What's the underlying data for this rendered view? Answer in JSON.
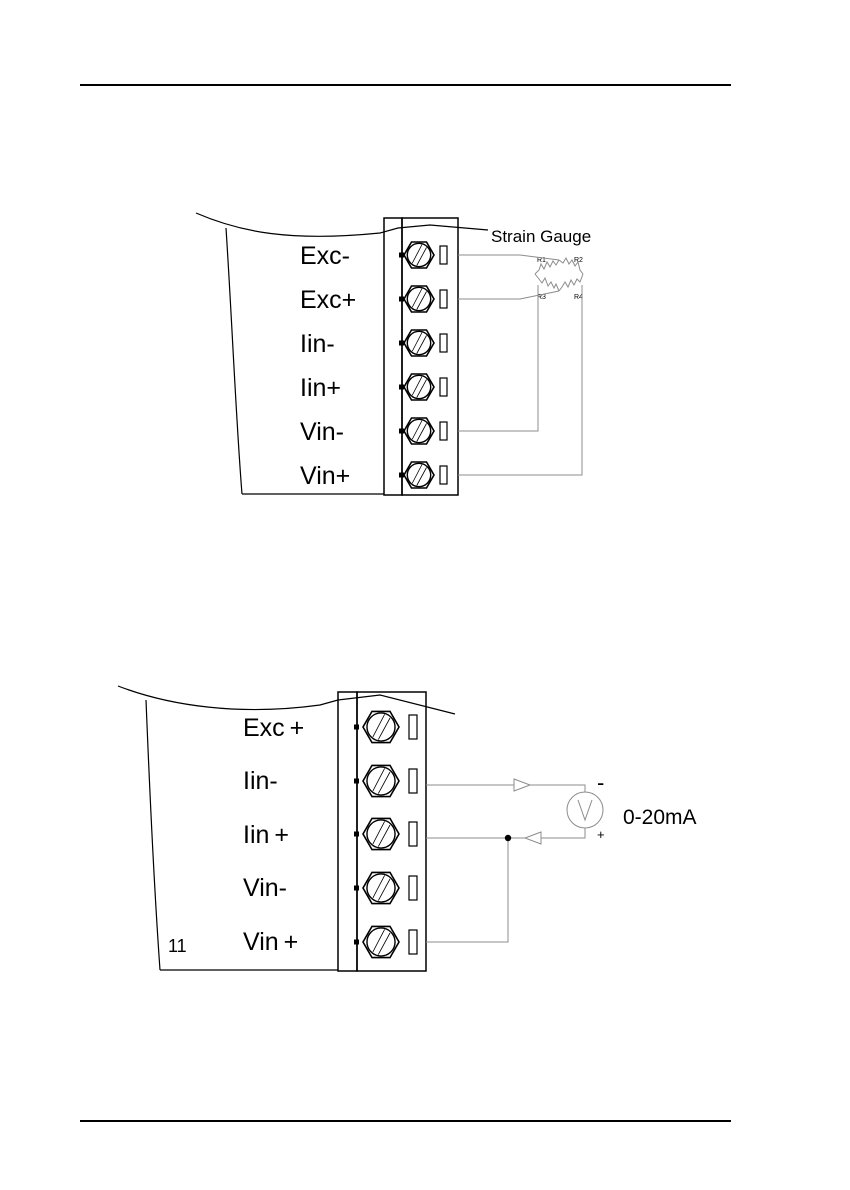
{
  "page": {
    "page_number": "11"
  },
  "diagram_strain_gauge": {
    "terminals": [
      "Exc-",
      "Exc+",
      "Iin-",
      "Iin+",
      "Vin-",
      "Vin+"
    ],
    "device_label": "Strain Gauge",
    "resistors": [
      "R1",
      "R2",
      "R3",
      "R4"
    ]
  },
  "diagram_current_loop": {
    "terminals": [
      "Exc +",
      "Iin-",
      "Iin +",
      "Vin-",
      "Vin +"
    ],
    "source_label": "0-20mA",
    "minus_label": "-",
    "plus_label": "+"
  }
}
